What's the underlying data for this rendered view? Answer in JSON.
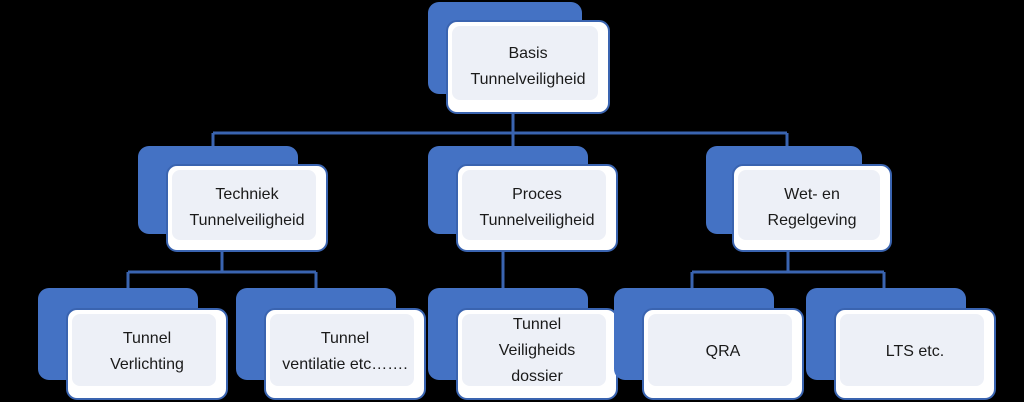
{
  "diagram": {
    "title": "Basis Tunnelveiligheid hierarchie",
    "background_color": "#000000",
    "accent_color": "#4472C4",
    "card_color": "#FFFFFF",
    "inner_fill_color": "#EDF0F7",
    "border_color": "#3A64B0",
    "text_color": "#1A1A1A",
    "connector_color": "#3A64B0"
  },
  "nodes": {
    "root": {
      "id": "basis-tunnelveiligheid",
      "lines": [
        "Basis",
        "Tunnelveiligheid"
      ],
      "level": 1
    },
    "level2": [
      {
        "id": "techniek-tunnelveiligheid",
        "lines": [
          "Techniek",
          "Tunnelveiligheid"
        ],
        "level": 2
      },
      {
        "id": "proces-tunnelveiligheid",
        "lines": [
          "Proces",
          "Tunnelveiligheid"
        ],
        "level": 2
      },
      {
        "id": "wet-en-regelgeving",
        "lines": [
          "Wet- en",
          "Regelgeving"
        ],
        "level": 2
      }
    ],
    "level3": [
      {
        "id": "tunnel-verlichting",
        "lines": [
          "Tunnel",
          "Verlichting"
        ],
        "level": 3,
        "parent": "techniek-tunnelveiligheid"
      },
      {
        "id": "tunnel-ventilatie",
        "lines": [
          "Tunnel",
          "ventilatie etc……."
        ],
        "level": 3,
        "parent": "techniek-tunnelveiligheid"
      },
      {
        "id": "tunnel-veiligheidsdossier",
        "lines": [
          "Tunnel",
          "Veiligheids",
          "dossier"
        ],
        "level": 3,
        "parent": "proces-tunnelveiligheid"
      },
      {
        "id": "qra",
        "lines": [
          "QRA"
        ],
        "level": 3,
        "parent": "wet-en-regelgeving"
      },
      {
        "id": "lts-etc",
        "lines": [
          "LTS etc."
        ],
        "level": 3,
        "parent": "wet-en-regelgeving"
      }
    ]
  }
}
